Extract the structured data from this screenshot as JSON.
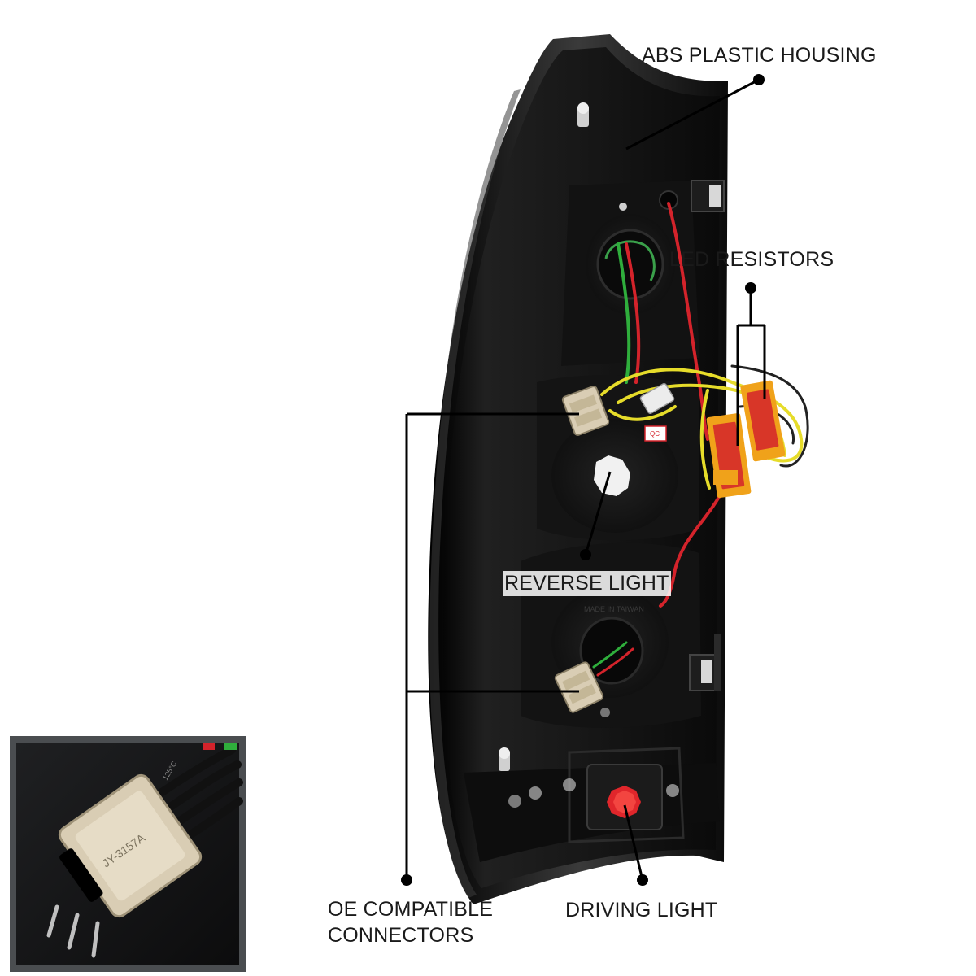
{
  "callouts": {
    "abs_housing": "ABS PLASTIC HOUSING",
    "led_resistors": "LED RESISTORS",
    "reverse_light": "REVERSE LIGHT",
    "oe_connectors_line1": "OE COMPATIBLE",
    "oe_connectors_line2": "CONNECTORS",
    "driving_light": "DRIVING LIGHT"
  },
  "product_markings": {
    "qc_sticker": "QC",
    "made_in": "MADE IN TAIWAN",
    "connector_part": "JY-3157A",
    "wire_temp": "125°C"
  },
  "colors": {
    "housing": "#151515",
    "wire_yellow": "#e6dc2a",
    "wire_red": "#d4232b",
    "wire_green": "#2fae3c",
    "resistor_orange": "#f0a21a",
    "connector_beige": "#d9cdb4",
    "reflector_red": "#e0262b"
  }
}
